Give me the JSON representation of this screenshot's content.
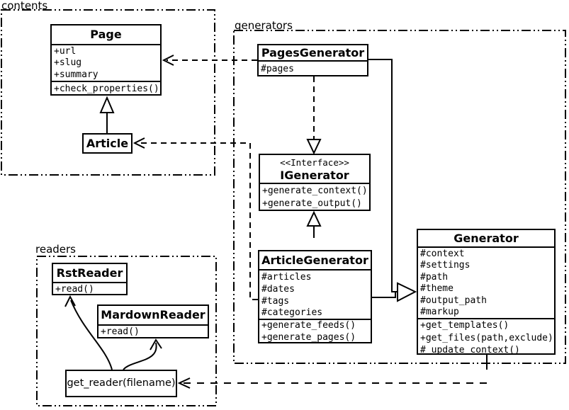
{
  "diagram": {
    "kind": "uml-class-diagram"
  },
  "packages": {
    "contents": {
      "label": "contents"
    },
    "generators": {
      "label": "generators"
    },
    "readers": {
      "label": "readers"
    }
  },
  "classes": {
    "page": {
      "title": "Page",
      "attrs": [
        "+url",
        "+slug",
        "+summary"
      ],
      "methods": [
        "+check_properties()"
      ]
    },
    "article": {
      "title": "Article"
    },
    "pages_generator": {
      "title": "PagesGenerator",
      "attrs": [
        "#pages"
      ]
    },
    "igenerator": {
      "stereotype": "<<Interface>>",
      "title": "IGenerator",
      "methods": [
        "+generate_context()",
        "+generate_output()"
      ]
    },
    "article_generator": {
      "title": "ArticleGenerator",
      "attrs": [
        "#articles",
        "#dates",
        "#tags",
        "#categories"
      ],
      "methods": [
        "+generate_feeds()",
        "+generate_pages()"
      ]
    },
    "generator": {
      "title": "Generator",
      "attrs": [
        "#context",
        "#settings",
        "#path",
        "#theme",
        "#output_path",
        "#markup"
      ],
      "methods": [
        "+get_templates()",
        "+get_files(path,exclude)",
        "#_update_context()"
      ]
    },
    "rst_reader": {
      "title": "RstReader",
      "methods": [
        "+read()"
      ]
    },
    "markdown_reader": {
      "title": "MardownReader",
      "methods": [
        "+read()"
      ]
    },
    "get_reader": {
      "label": "get_reader(filename)"
    }
  },
  "colors": {
    "line": "#000000",
    "background": "#ffffff"
  }
}
